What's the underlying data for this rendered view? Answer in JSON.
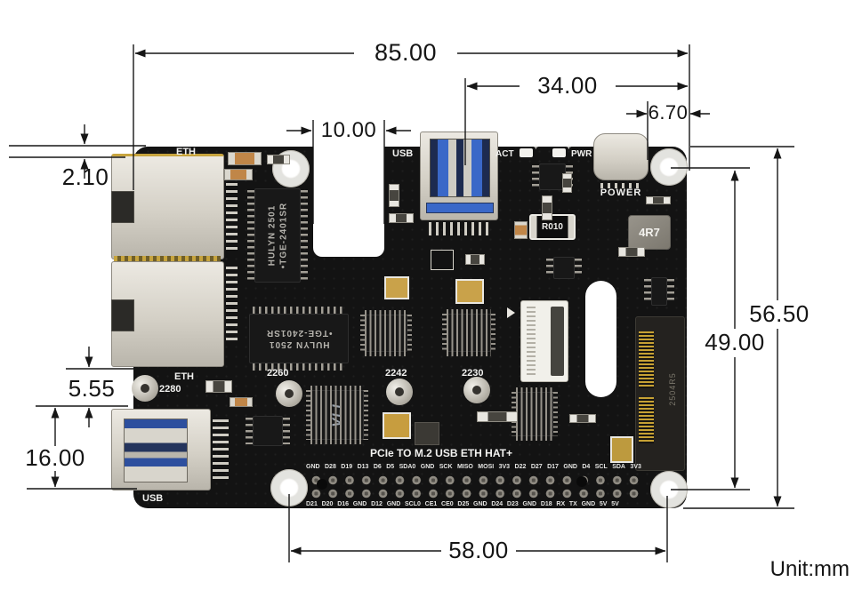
{
  "dims": {
    "board_width": "85.00",
    "usb_to_edge": "34.00",
    "typec_to_edge": "6.70",
    "notch_width": "10.00",
    "eth_overhang": "2.10",
    "eth_usb_gap": "5.55",
    "usb_height": "16.00",
    "board_height": "56.50",
    "hole_span_v": "49.00",
    "hole_span_h": "58.00",
    "unit": "Unit:mm"
  },
  "silk": {
    "eth_top": "ETH",
    "usb_top": "USB",
    "act": "ACT",
    "pwr": "PWR",
    "power": "POWER",
    "eth_mid": "ETH",
    "standoff_2280": "2280",
    "standoff_2260": "2260",
    "standoff_2242": "2242",
    "standoff_2230": "2230",
    "usb_bottom": "USB",
    "board_title": "PCIe TO M.2 USB ETH HAT+"
  },
  "parts": {
    "transformer_line1": "HULYN 2501",
    "transformer_line2": "•TGE-2401SR",
    "usb_controller_logo": "VLI",
    "shunt_resistor": "R010",
    "inductor": "4R7",
    "m2_socket": "2504R5"
  },
  "gpio": {
    "top_row": [
      "GND",
      "D28",
      "D19",
      "D13",
      "D6",
      "D5",
      "SDA0",
      "GND",
      "SCK",
      "MISO",
      "MOSI",
      "3V3",
      "D22",
      "D27",
      "D17",
      "GND",
      "D4",
      "SCL",
      "SDA",
      "3V3"
    ],
    "bottom_row": [
      "D21",
      "D20",
      "D16",
      "GND",
      "D12",
      "GND",
      "SCL0",
      "CE1",
      "CE0",
      "D25",
      "GND",
      "D24",
      "D23",
      "GND",
      "D18",
      "RX",
      "TX",
      "GND",
      "5V",
      "5V"
    ]
  }
}
